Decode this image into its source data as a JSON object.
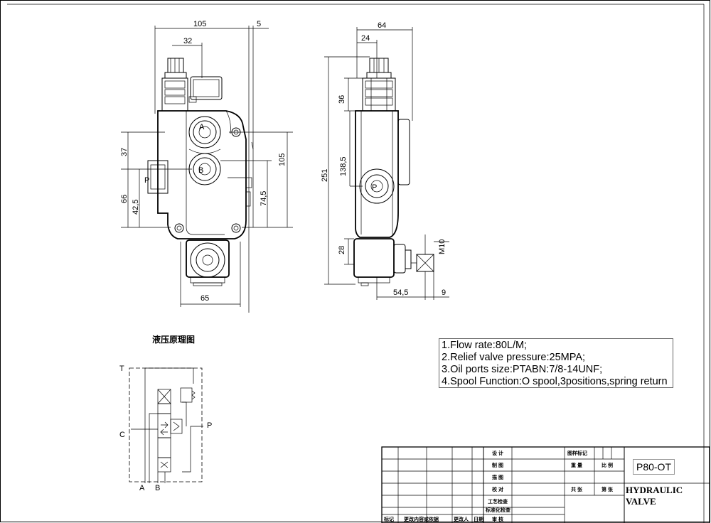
{
  "drawing": {
    "front_view": {
      "dims": {
        "width_top": "105",
        "offset_5": "5",
        "width_32": "32",
        "h_37": "37",
        "h_66": "66",
        "h_42_5": "42,5",
        "h_105": "105",
        "h_74_5": "74,5",
        "width_65": "65"
      },
      "port_labels": {
        "a": "A",
        "b": "B",
        "p": "P"
      }
    },
    "side_view": {
      "dims": {
        "w_64": "64",
        "w_24": "24",
        "h_36": "36",
        "h_251": "251",
        "h_138_5": "138,5",
        "h_28": "28",
        "thread_m10": "M10",
        "w_54_5": "54,5",
        "w_9": "9"
      }
    }
  },
  "schematic": {
    "title": "液压原理图",
    "ports": {
      "t": "T",
      "c": "C",
      "p": "P",
      "a": "A",
      "b": "B"
    }
  },
  "specs": [
    "1.Flow rate:80L/M;",
    "2.Relief valve pressure:25MPA;",
    "3.Oil ports size:PTABN:7/8-14UNF;",
    "4.Spool Function:O spool,3positions,spring return"
  ],
  "title_block": {
    "labels": {
      "design": "设 计",
      "draw": "制 图",
      "trace": "描 图",
      "check": "校 对",
      "process": "工艺检查",
      "standard": "标准化检查",
      "approve": "审 核",
      "drawing_mark": "图样标记",
      "weight": "重 量",
      "scale": "比 例",
      "total": "共 张",
      "sheet": "第 张",
      "mark": "标记",
      "change": "更改内容或依据",
      "changer": "更改人",
      "date": "日期"
    },
    "model": "P80-OT",
    "name": "HYDRAULIC VALVE"
  }
}
